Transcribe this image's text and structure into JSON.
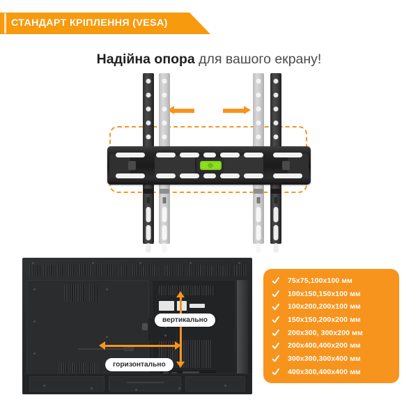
{
  "header": {
    "banner_label": "СТАНДАРТ КРІПЛЕННЯ (VESA)",
    "banner_color": "#F79A0E"
  },
  "headline": {
    "bold_part": "Надійна опора",
    "light_part": " для вашого екрану!"
  },
  "bracket": {
    "accent_color": "#F7941E",
    "level_color": "#8CE01F",
    "arrow_left_name": "arrow-left",
    "arrow_right_name": "arrow-right"
  },
  "tv": {
    "vertical_label": "вертикально",
    "horizontal_label": "горизонтально"
  },
  "vesa": {
    "card_color": "#F7941E",
    "items": [
      "75x75,100x100 мм",
      "100x150,150x100 мм",
      "100x200,200x100 мм",
      "150x150,200x200 мм",
      "200x300, 300x200 мм",
      "200x400,400x200 мм",
      "300x300,300x400 мм",
      "400x300,400x400 мм"
    ]
  }
}
